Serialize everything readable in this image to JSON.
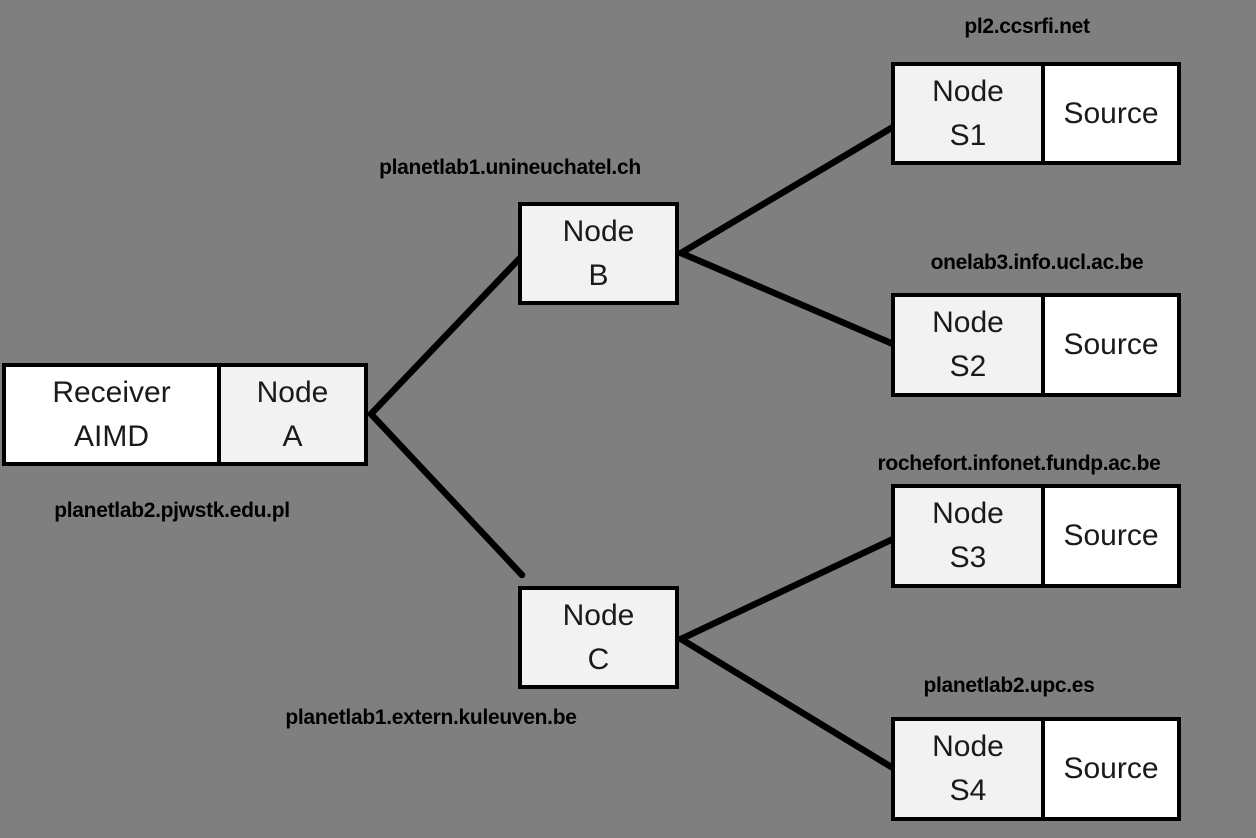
{
  "diagram": {
    "background_color": "#7f7f7f",
    "box_border_color": "#000000",
    "node_cell_color": "#f2f2f2",
    "source_cell_color": "#ffffff",
    "line_color": "#000000"
  },
  "receiver": {
    "role_line1": "Receiver",
    "role_line2": "AIMD",
    "node_line1": "Node",
    "node_line2": "A",
    "hostname": "planetlab2.pjwstk.edu.pl"
  },
  "relays": [
    {
      "node_line1": "Node",
      "node_line2": "B",
      "hostname": "planetlab1.unineuchatel.ch"
    },
    {
      "node_line1": "Node",
      "node_line2": "C",
      "hostname": "planetlab1.extern.kuleuven.be"
    }
  ],
  "sources": [
    {
      "node_line1": "Node",
      "node_line2": "S1",
      "role": "Source",
      "hostname": "pl2.ccsrfi.net"
    },
    {
      "node_line1": "Node",
      "node_line2": "S2",
      "role": "Source",
      "hostname": "onelab3.info.ucl.ac.be"
    },
    {
      "node_line1": "Node",
      "node_line2": "S3",
      "role": "Source",
      "hostname": "rochefort.infonet.fundp.ac.be"
    },
    {
      "node_line1": "Node",
      "node_line2": "S4",
      "role": "Source",
      "hostname": "planetlab2.upc.es"
    }
  ],
  "edges": [
    {
      "from": "Node A",
      "to": "Node B"
    },
    {
      "from": "Node A",
      "to": "Node C"
    },
    {
      "from": "Node B",
      "to": "Node S1"
    },
    {
      "from": "Node B",
      "to": "Node S2"
    },
    {
      "from": "Node C",
      "to": "Node S3"
    },
    {
      "from": "Node C",
      "to": "Node S4"
    }
  ]
}
